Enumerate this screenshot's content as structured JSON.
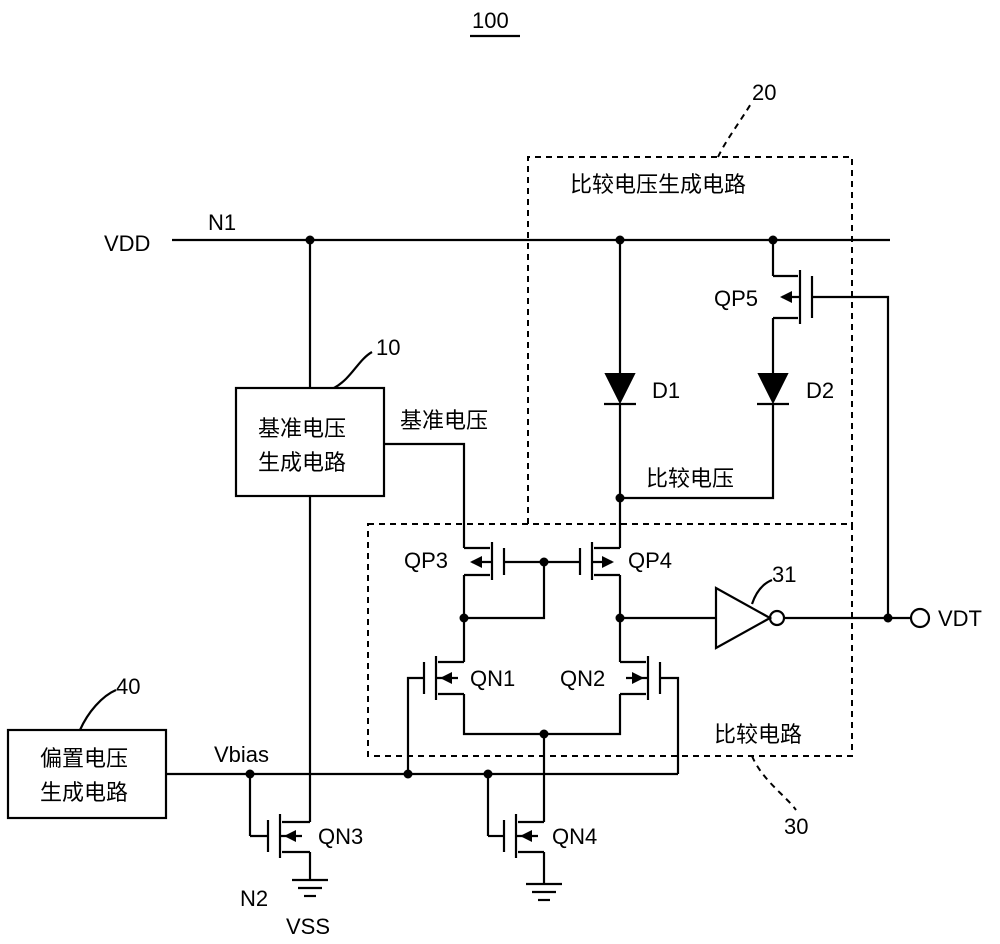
{
  "labels": {
    "figure_number": "100",
    "vdd": "VDD",
    "n1": "N1",
    "n2": "N2",
    "vss": "VSS",
    "vbias": "Vbias",
    "vdt": "VDT",
    "ref_voltage": "基准电压",
    "cmp_voltage": "比较电压",
    "qp3": "QP3",
    "qp4": "QP4",
    "qp5": "QP5",
    "qn1": "QN1",
    "qn2": "QN2",
    "qn3": "QN3",
    "qn4": "QN4",
    "d1": "D1",
    "d2": "D2",
    "inv_ref": "31"
  },
  "blocks": {
    "ref_gen": {
      "ref": "10",
      "line1": "基准电压",
      "line2": "生成电路"
    },
    "bias_gen": {
      "ref": "40",
      "line1": "偏置电压",
      "line2": "生成电路"
    },
    "cmp_voltage_gen": {
      "ref": "20",
      "title": "比较电压生成电路"
    },
    "comparator": {
      "ref": "30",
      "title": "比较电路"
    }
  }
}
